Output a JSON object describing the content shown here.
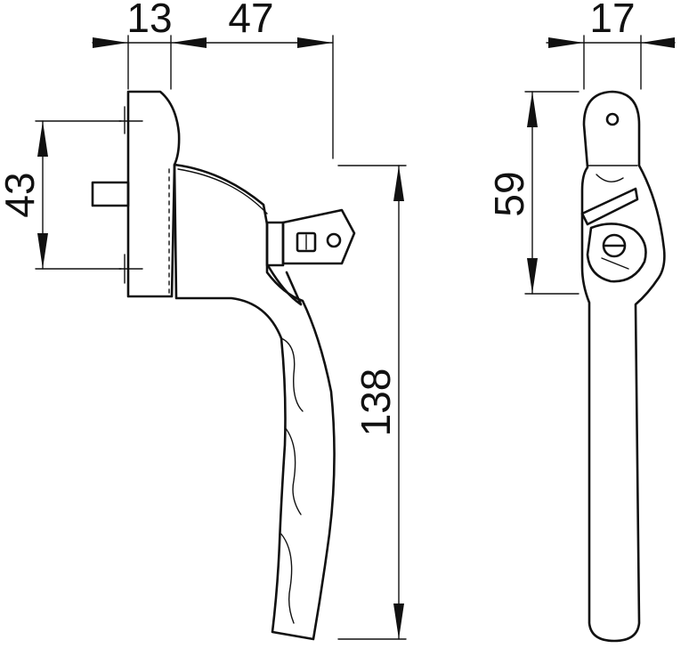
{
  "dimensions": {
    "top_left_width": "13",
    "top_reach": "47",
    "top_right_width": "17",
    "left_spacing": "43",
    "total_length": "138",
    "side_height": "59"
  }
}
